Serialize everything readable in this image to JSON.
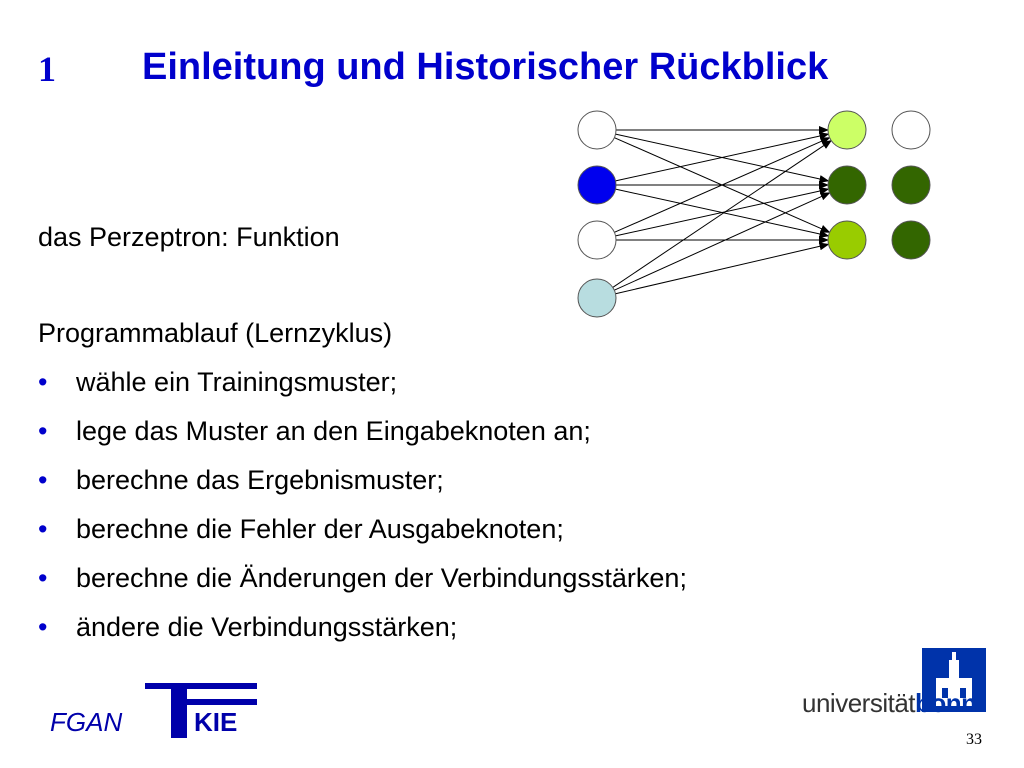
{
  "slide": {
    "section_number": "1",
    "title": "Einleitung und Historischer Rückblick",
    "subtitle": "das Perzeptron: Funktion",
    "program_heading": "Programmablauf (Lernzyklus)",
    "bullet_symbol": "•",
    "bullets": [
      "wähle ein Trainingsmuster;",
      "lege das Muster an den Eingabeknoten an;",
      "berechne das Ergebnismuster;",
      "berechne die Fehler der Ausgabeknoten;",
      "berechne die Änderungen der Verbindungsstärken;",
      "ändere die Verbindungsstärken;"
    ],
    "page_number": "33"
  },
  "network": {
    "input_node_colors": [
      "#ffffff",
      "#0000ee",
      "#ffffff",
      "#b8dde0"
    ],
    "output_node_colors": [
      "#ccff66",
      "#336600",
      "#99cc00"
    ],
    "target_node_colors": [
      "#ffffff",
      "#336600",
      "#336600"
    ]
  },
  "logos": {
    "left": {
      "part1": "FGAN",
      "part2": "KIE",
      "color": "#0000aa"
    },
    "right": {
      "part1": "universität",
      "part2": "bonn",
      "color": "#0033aa"
    }
  }
}
